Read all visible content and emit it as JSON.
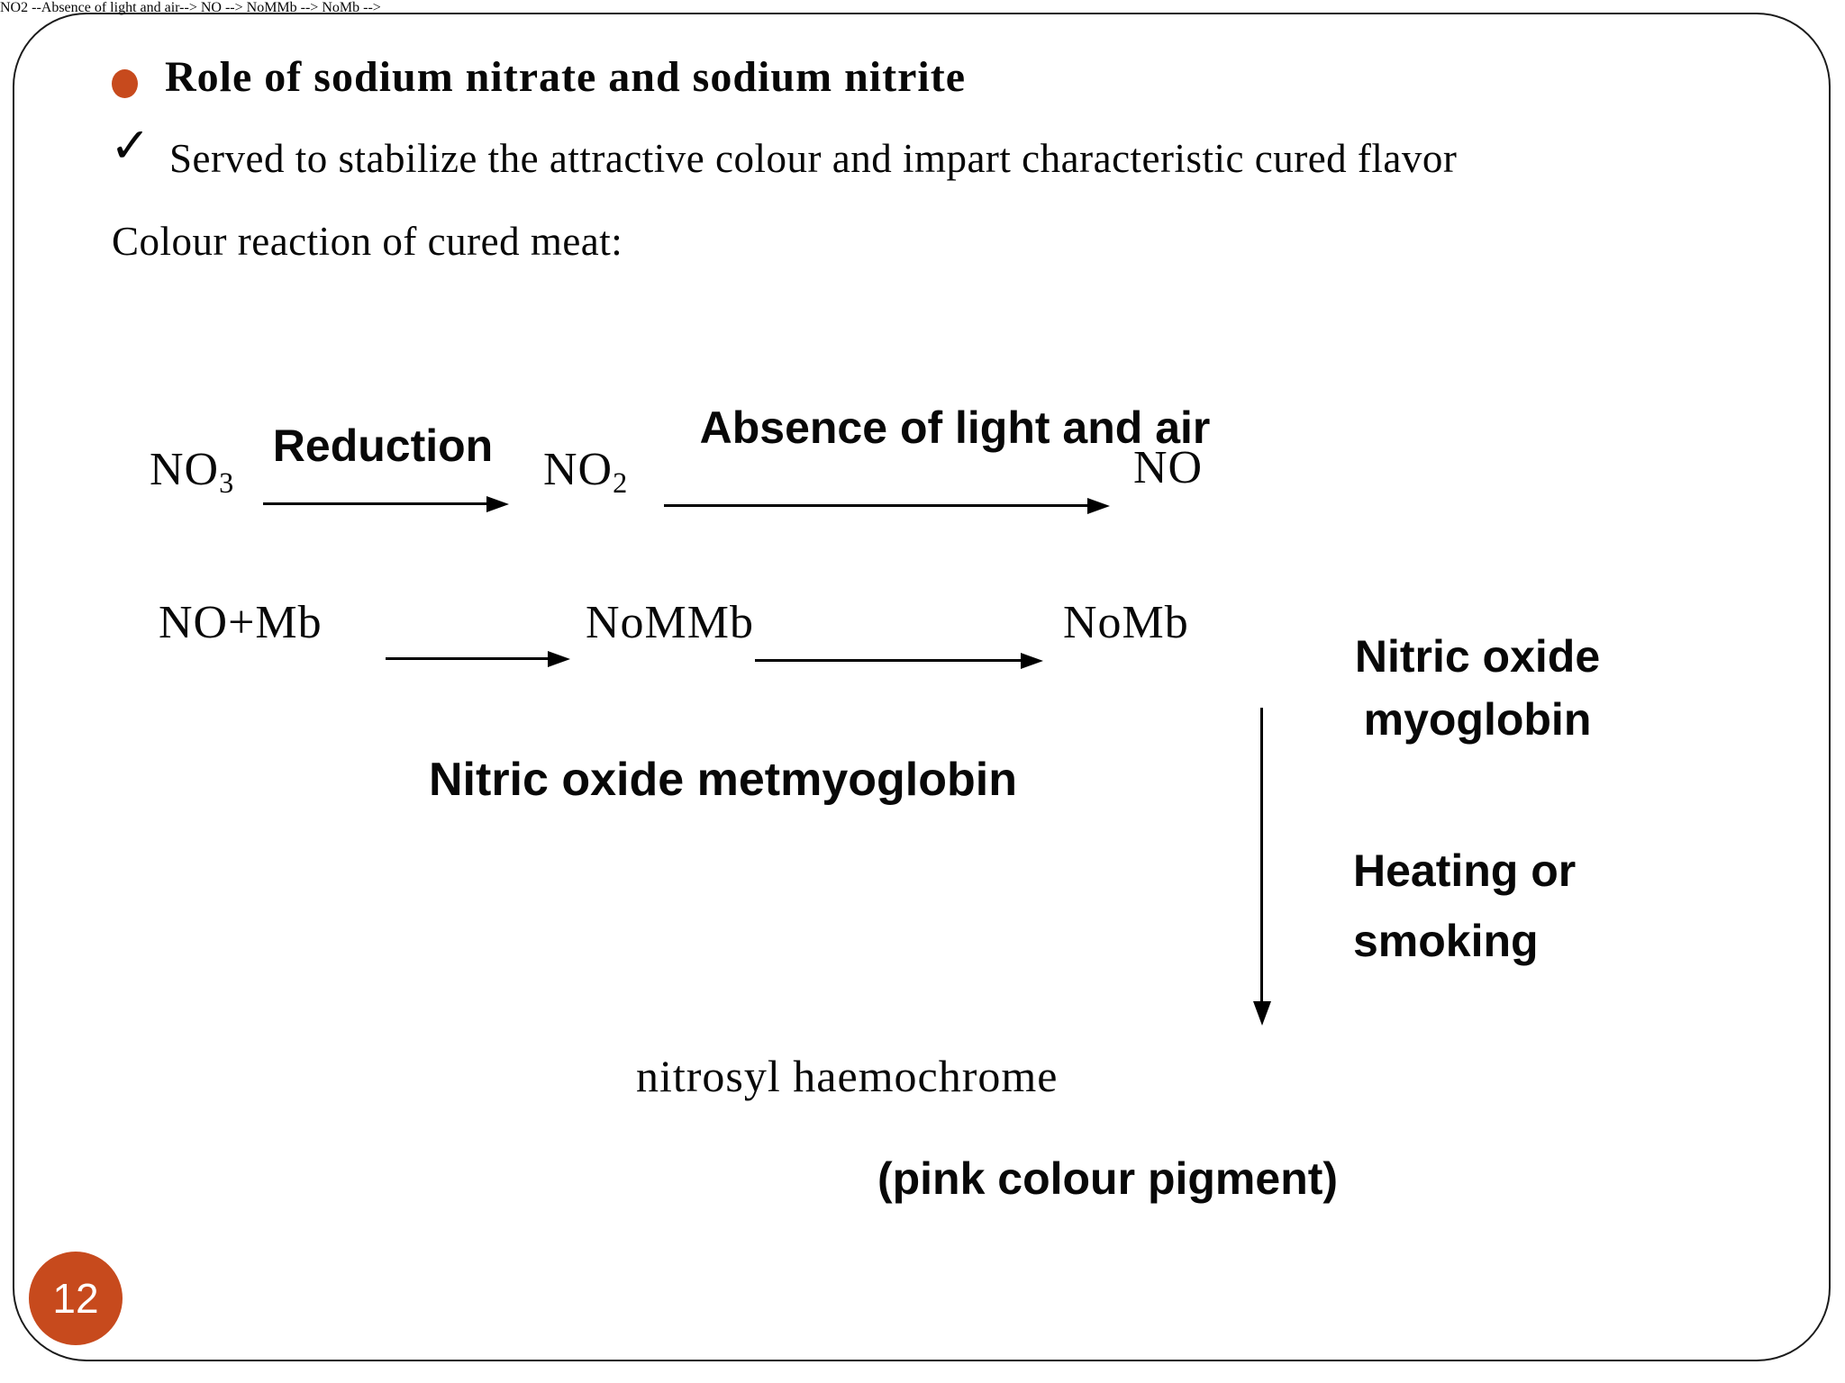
{
  "slide": {
    "page_number": "12",
    "accent_color": "#c74a1d",
    "title": "Role of sodium nitrate and sodium nitrite",
    "check_glyph": "✓",
    "check_text": "Served to stabilize the attractive colour and impart characteristic cured flavor",
    "subtitle": "Colour reaction of cured meat:"
  },
  "diagram": {
    "row1": {
      "reactant1_base": "NO",
      "reactant1_sub": "3",
      "arrow1_label": "Reduction",
      "reactant2_base": "NO",
      "reactant2_sub": "2",
      "arrow2_label": "Absence of light and air",
      "product": "NO"
    },
    "row2": {
      "reactant": "NO+Mb",
      "intermediate": "NoMMb",
      "product": "NoMb",
      "intermediate_caption": "Nitric oxide metmyoglobin",
      "product_caption_line1": "Nitric oxide",
      "product_caption_line2": "myoglobin"
    },
    "vertical_arrow": {
      "label_line1": "Heating or",
      "label_line2": "smoking"
    },
    "result": {
      "name": "nitrosyl haemochrome",
      "note": "(pink colour pigment)"
    }
  }
}
